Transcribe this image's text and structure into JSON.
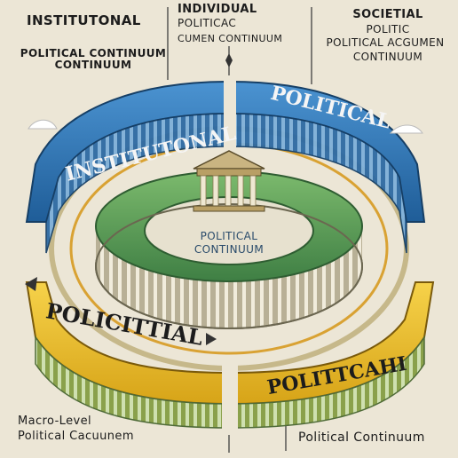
{
  "top_labels": {
    "institutional": "INSTITUTONAL",
    "political_continuum": "POLITICAL CONTINUUM",
    "continuum": "CONTINUUM",
    "individual": "INDIVIDUAL",
    "individual_political": "POLITICAC",
    "individual_sub": "CUMEN CONTINUUM",
    "societal": "SOCIETIAL",
    "societal_politic": "POLITIC",
    "societal_sub": "POLITICAL ACGUMEN",
    "societal_continuum": "CONTINUUM"
  },
  "ring_labels": {
    "top_left": "INSTITUTONAL",
    "top_right": "POLITICAL",
    "bottom_left": "POLICITTIAL",
    "bottom_right": "POLITTCAHI"
  },
  "center": {
    "line1": "POLITICAL",
    "line2": "CONTINUUM"
  },
  "bottom_labels": {
    "macro_line1": "Macro-Level",
    "macro_line2": "Political Cacuunem",
    "political_continuum": "Political Continuum"
  },
  "colors": {
    "background": "#ece6d6",
    "blue": "#2f74b5",
    "yellow": "#f0c32a",
    "green": "#5d9c59",
    "stone": "#cfc8a6"
  }
}
